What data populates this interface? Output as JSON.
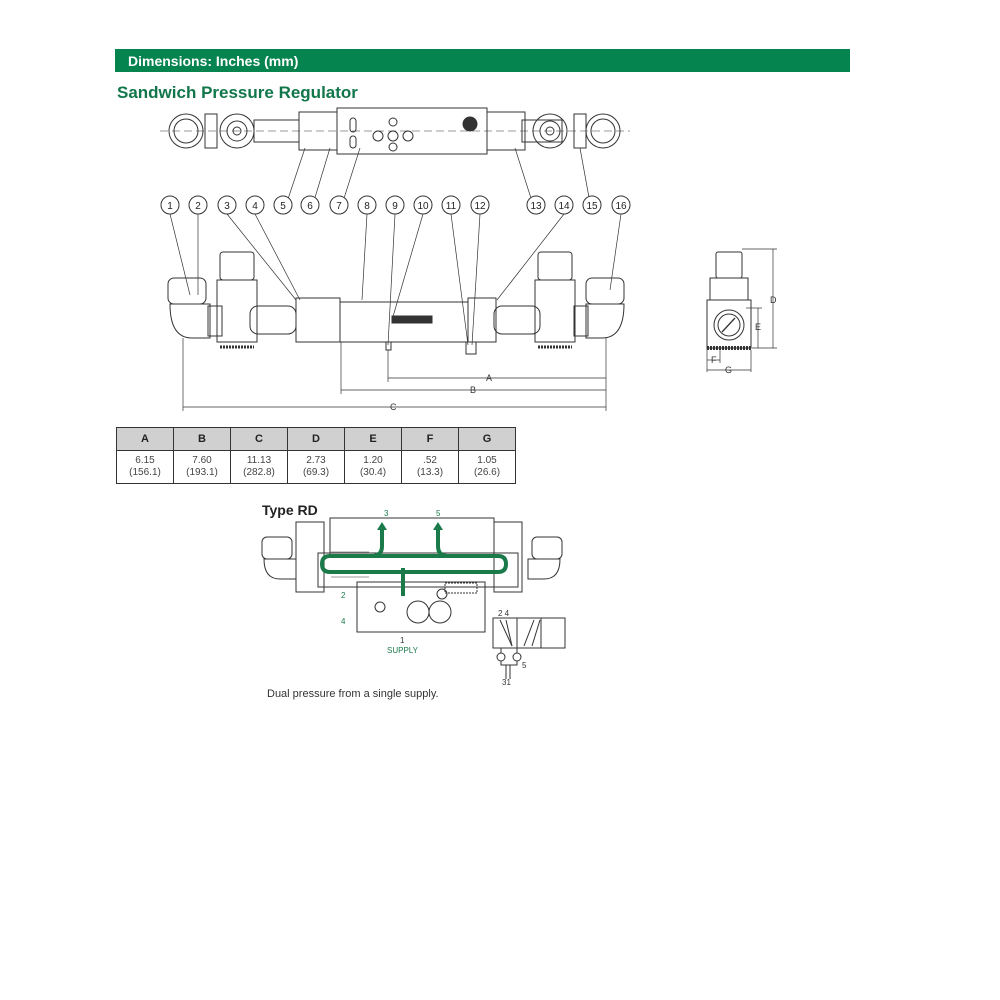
{
  "header": {
    "banner": "Dimensions: Inches (mm)",
    "title": "Sandwich Pressure Regulator"
  },
  "callouts": [
    "1",
    "2",
    "3",
    "4",
    "5",
    "6",
    "7",
    "8",
    "9",
    "10",
    "11",
    "12",
    "13",
    "14",
    "15",
    "16"
  ],
  "dimension_labels": {
    "A": "A",
    "B": "B",
    "C": "C",
    "D": "D",
    "E": "E",
    "F": "F",
    "G": "G"
  },
  "table": {
    "headers": [
      "A",
      "B",
      "C",
      "D",
      "E",
      "F",
      "G"
    ],
    "inches": [
      "6.15",
      "7.60",
      "11.13",
      "2.73",
      "1.20",
      ".52",
      "1.05"
    ],
    "mm": [
      "(156.1)",
      "(193.1)",
      "(282.8)",
      "(69.3)",
      "(30.4)",
      "(13.3)",
      "(26.6)"
    ]
  },
  "type_rd": {
    "title": "Type RD",
    "port_3": "3",
    "port_5": "5",
    "port_2": "2",
    "port_4": "4",
    "supply_num": "1",
    "supply_label": "SUPPLY",
    "symbol_24": "2 4",
    "symbol_5": "5",
    "symbol_31": "31",
    "caption": "Dual pressure from a single supply.",
    "flow_color": "#1a7a4a"
  }
}
